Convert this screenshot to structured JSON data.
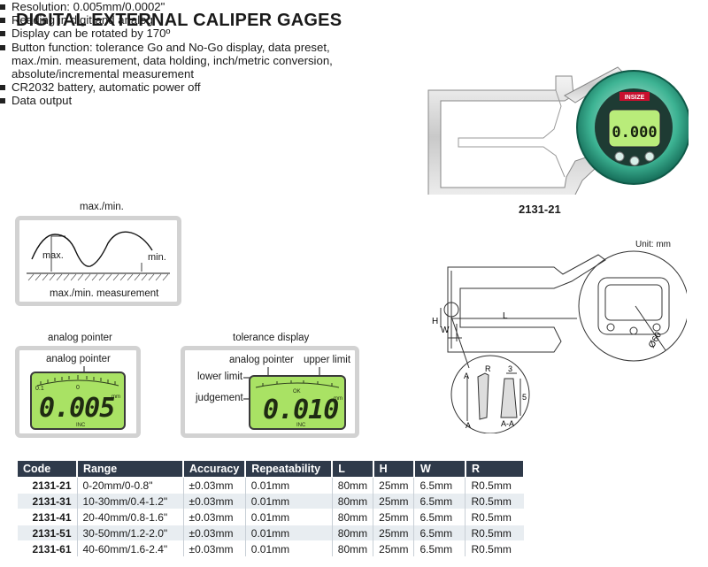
{
  "title": "DIGITAL EXTERNAL CALIPER GAGES",
  "features": [
    "Resolution: 0.005mm/0.0002\"",
    "Reading in digit and analog",
    "Display can be rotated by 170º",
    "Button function: tolerance Go and No-Go display, data preset,",
    "max./min. measurement, data holding, inch/metric conversion,",
    "absolute/incremental measurement",
    "CR2032 battery, automatic power off",
    "Data output"
  ],
  "maxmin": {
    "heading": "max./min.",
    "max_label": "max.",
    "min_label": "min.",
    "caption": "max./min. measurement"
  },
  "analog": {
    "heading": "analog pointer",
    "inner_label": "analog pointer",
    "lcd_digits": "0.005",
    "lcd_scale_left": "0.1",
    "lcd_scale_mid": "0",
    "lcd_unit": "mm",
    "lcd_inc": "INC"
  },
  "tolerance": {
    "heading": "tolerance display",
    "analog_pointer": "analog pointer",
    "upper_limit": "upper limit",
    "lower_limit": "lower limit",
    "judgement": "judgement",
    "lcd_digits": "0.010",
    "lcd_ok": "OK",
    "lcd_unit": "mm",
    "lcd_inc": "INC"
  },
  "product": {
    "model": "2131-21",
    "brand": "INSIZE",
    "display": "0.000"
  },
  "drawing": {
    "unit": "Unit: mm",
    "L": "L",
    "H": "H",
    "W": "W",
    "dia": "Ø60",
    "A1": "A",
    "A2": "A",
    "R": "R",
    "dim3": "3",
    "dim5": "5",
    "section": "A-A"
  },
  "table": {
    "headers": [
      "Code",
      "Range",
      "Accuracy",
      "Repeatability",
      "L",
      "H",
      "W",
      "R"
    ],
    "rows": [
      [
        "2131-21",
        "0-20mm/0-0.8\"",
        "±0.03mm",
        "0.01mm",
        "80mm",
        "25mm",
        "6.5mm",
        "R0.5mm"
      ],
      [
        "2131-31",
        "10-30mm/0.4-1.2\"",
        "±0.03mm",
        "0.01mm",
        "80mm",
        "25mm",
        "6.5mm",
        "R0.5mm"
      ],
      [
        "2131-41",
        "20-40mm/0.8-1.6\"",
        "±0.03mm",
        "0.01mm",
        "80mm",
        "25mm",
        "6.5mm",
        "R0.5mm"
      ],
      [
        "2131-51",
        "30-50mm/1.2-2.0\"",
        "±0.03mm",
        "0.01mm",
        "80mm",
        "25mm",
        "6.5mm",
        "R0.5mm"
      ],
      [
        "2131-61",
        "40-60mm/1.6-2.4\"",
        "±0.03mm",
        "0.01mm",
        "80mm",
        "25mm",
        "6.5mm",
        "R0.5mm"
      ]
    ]
  }
}
